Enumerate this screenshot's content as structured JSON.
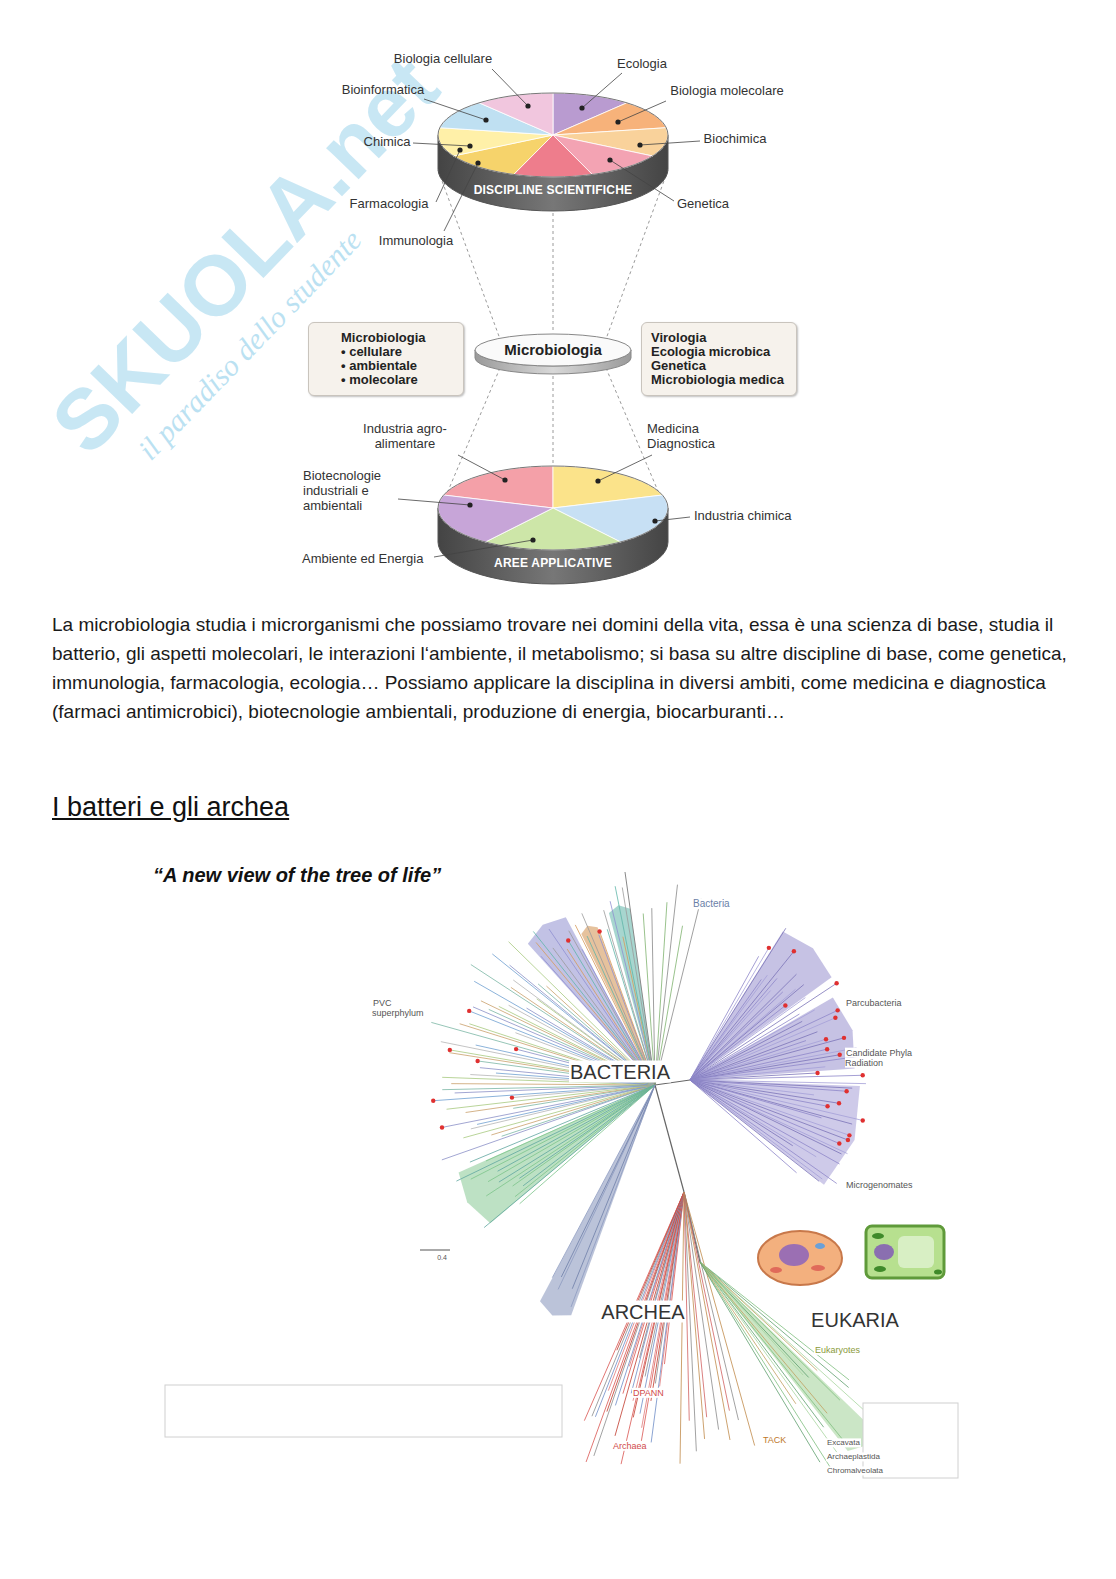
{
  "diagram": {
    "nodes": [
      {
        "text": [
          "DISCIPLINE SCIENTIFICHE"
        ]
      },
      {
        "text": [
          "Microbiologia",
          "• cellulare",
          "• ambientale",
          "• molecolare"
        ]
      },
      {
        "text": [
          "Microbiologia"
        ]
      },
      {
        "text": [
          "Virologia",
          "Ecologia microbica",
          "Genetica",
          "Microbiologia medica"
        ]
      },
      {
        "text": [
          "AREE APPLICATIVE"
        ]
      }
    ],
    "edges": [
      {
        "from": 0,
        "to": 2,
        "arrow": "none"
      },
      {
        "from": 2,
        "to": 4,
        "arrow": "none"
      }
    ],
    "labels": [
      "SKUOLA.net",
      "il paradiso dello studente",
      "Biologia cellulare",
      "Ecologia",
      "Bioinformatica",
      "Biologia molecolare",
      "Chimica",
      "Biochimica",
      "Farmacologia",
      "Genetica",
      "Immunologia",
      "Industria agro-alimentare",
      "Medicina Diagnostica",
      "Biotecnologie industriali e ambientali",
      "Industria chimica",
      "Ambiente ed Energia",
      "La microbiologia studia i microrganismi che possiamo trovare nei domini della vita, essa è una scienza di base, studia il batterio, gli aspetti molecolari, le interazioni l‘ambiente, il metabolismo; si basa su altre discipline di base, come genetica, immunologia, farmacologia, ecologia… Possiamo applicare la disciplina in diversi ambiti, come medicina e diagnostica (farmaci antimicrobici), biotecnologie ambientali, produzione di energia, biocarburanti…",
      "I batteri e gli archea",
      "“A new view of the tree of life”",
      "Bacteria",
      "Parcubacteria",
      "Candidate Phyla Radiation",
      "Microgenomates",
      "PVC superphylum",
      "BACTERIA",
      "0.4",
      "ARCHEA",
      "EUKARIA",
      "Eukaryotes",
      "DPANN",
      "TACK",
      "Archaea",
      "Excavata",
      "Archaeplastida",
      "Chromalveolata"
    ]
  }
}
